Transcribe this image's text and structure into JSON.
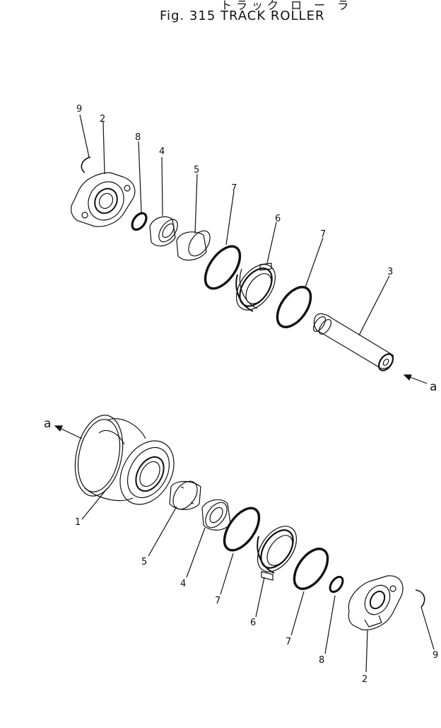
{
  "header": {
    "title_jp": "トラック ロ ー ラ",
    "title_en": "Fig. 315 TRACK ROLLER"
  },
  "callouts": {
    "top": [
      "9",
      "2",
      "8",
      "4",
      "5",
      "7",
      "6",
      "7",
      "3"
    ],
    "top_arrow": "a",
    "bottom_arrow": "a",
    "bottom": [
      "1",
      "5",
      "4",
      "7",
      "6",
      "7",
      "8",
      "2",
      "9"
    ]
  }
}
